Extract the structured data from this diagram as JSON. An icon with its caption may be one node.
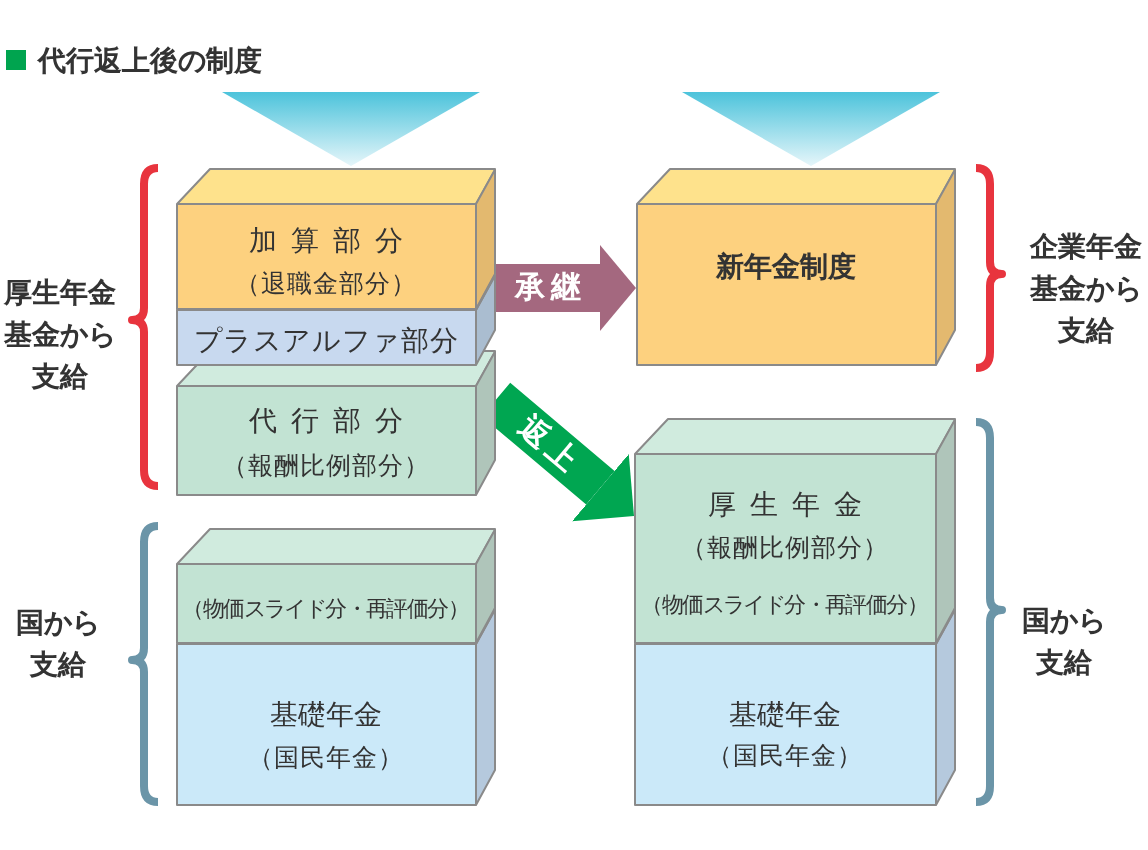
{
  "diagram": {
    "title": "代行返上後の制度",
    "nodes": [
      {
        "text": [],
        "shape": "triangle"
      },
      {
        "text": [],
        "shape": "triangle"
      },
      {
        "text": [
          "加算部分",
          "（退職金部分）"
        ]
      },
      {
        "text": [
          "プラスアルファ部分"
        ]
      },
      {
        "text": [
          "代行部分",
          "（報酬比例部分）"
        ]
      },
      {
        "text": [
          "（物価スライド分・再評価分）"
        ]
      },
      {
        "text": [
          "基礎年金",
          "（国民年金）"
        ]
      },
      {
        "text": [
          "新年金制度"
        ]
      },
      {
        "text": [
          "厚生年金",
          "（報酬比例部分）",
          "（物価スライド分・再評価分）"
        ]
      },
      {
        "text": [
          "基礎年金",
          "（国民年金）"
        ]
      }
    ],
    "edges": [
      {
        "from": 2,
        "to": 7,
        "arrow": "to",
        "label": "承継",
        "color": "#a4687f"
      },
      {
        "from": 4,
        "to": 8,
        "arrow": "to",
        "label": "返上",
        "color": "#00a651"
      }
    ],
    "labels": [
      "厚生年金基金から支給",
      "企業年金基金から支給",
      "国から支給",
      "国から支給"
    ]
  }
}
